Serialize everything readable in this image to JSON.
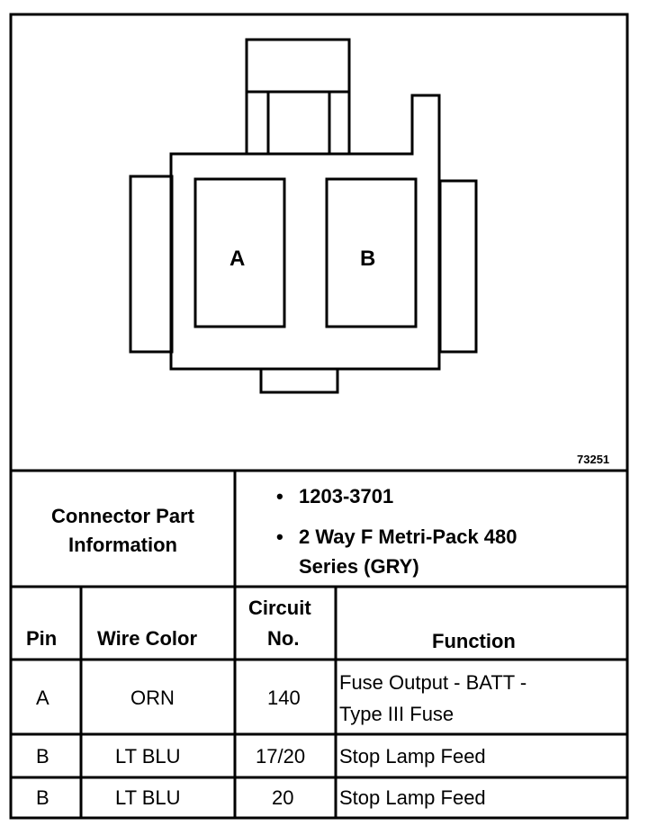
{
  "diagram": {
    "pin_labels": [
      "A",
      "B"
    ],
    "figure_number": "73251"
  },
  "connector_info": {
    "label_line1": "Connector Part",
    "label_line2": "Information",
    "bullet_symbol": "•",
    "part_number": "1203-3701",
    "description_line1": "2 Way F Metri-Pack 480",
    "description_line2": "Series (GRY)"
  },
  "table": {
    "headers": {
      "pin": "Pin",
      "wire_color": "Wire Color",
      "circuit_line1": "Circuit",
      "circuit_line2": "No.",
      "function": "Function"
    },
    "rows": [
      {
        "pin": "A",
        "wire_color": "ORN",
        "circuit": "140",
        "function_line1": "Fuse Output - BATT -",
        "function_line2": "Type III Fuse"
      },
      {
        "pin": "B",
        "wire_color": "LT BLU",
        "circuit": "17/20",
        "function_line1": "Stop Lamp Feed",
        "function_line2": ""
      },
      {
        "pin": "B",
        "wire_color": "LT BLU",
        "circuit": "20",
        "function_line1": "Stop Lamp Feed",
        "function_line2": ""
      }
    ]
  }
}
